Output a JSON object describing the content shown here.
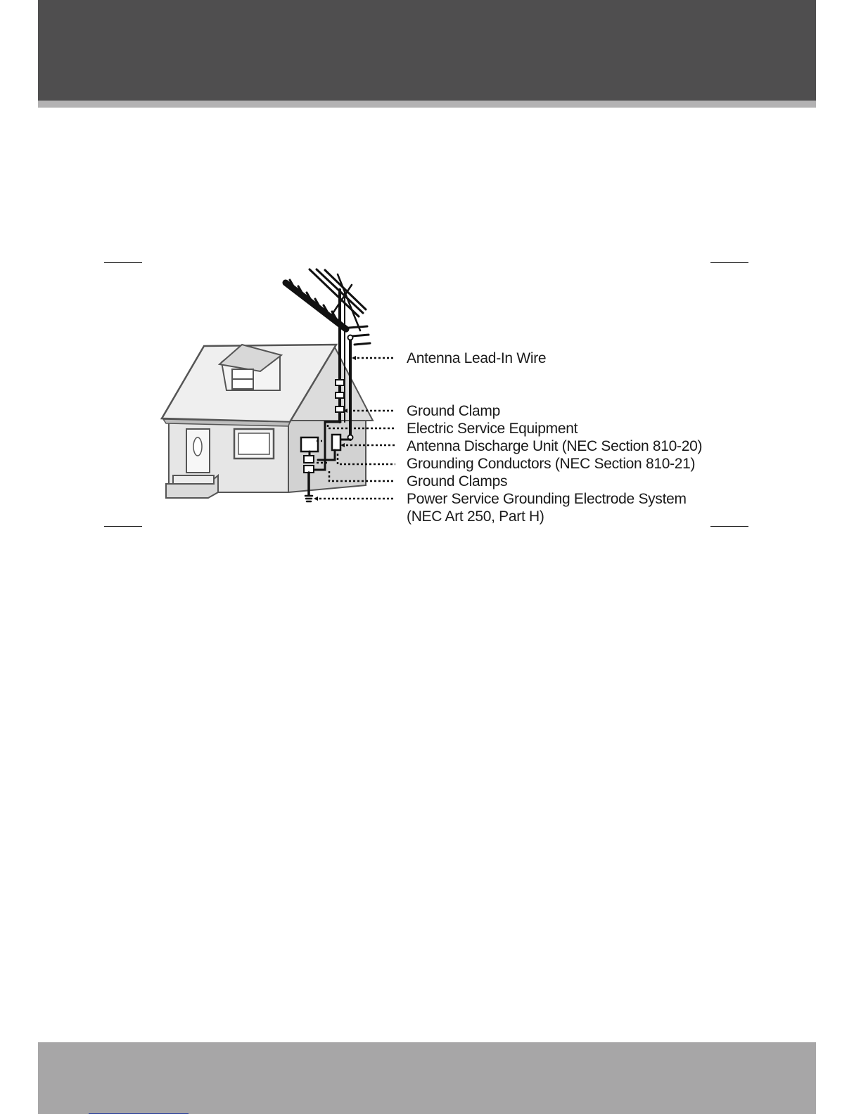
{
  "figure": {
    "labels": [
      "Antenna Lead-In Wire",
      "Ground Clamp",
      "Electric Service Equipment",
      "Antenna Discharge Unit (NEC Section 810-20)",
      "Grounding Conductors (NEC Section 810-21)",
      "Ground Clamps",
      "Power Service Grounding Electrode System",
      "(NEC Art 250, Part H)"
    ]
  },
  "colors": {
    "header": "#4f4e4f",
    "header_underline": "#b3b2b3",
    "footer": "#a7a6a7",
    "link": "#2a3f9c"
  }
}
